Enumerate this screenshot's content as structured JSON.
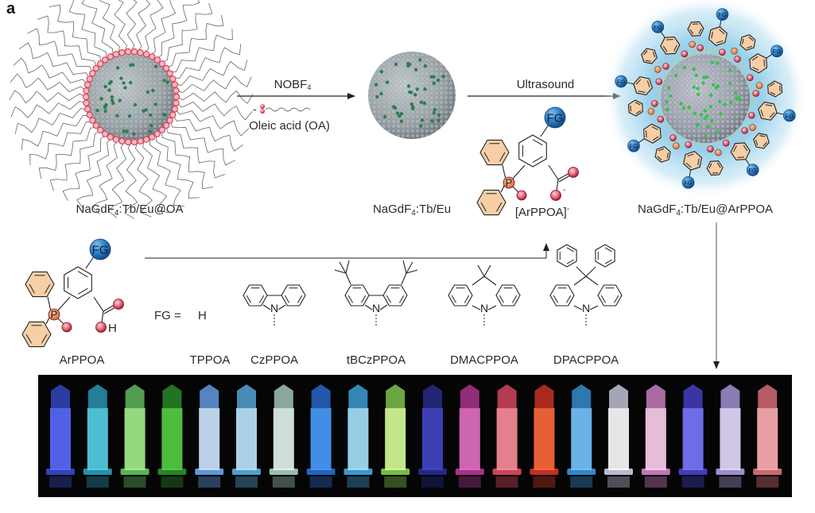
{
  "panel_label": "a",
  "stages": {
    "oa_particle": {
      "label_pre": "NaGdF",
      "label_sub": "4",
      "label_post": ":Tb/Eu@OA"
    },
    "bare_particle": {
      "label_pre": "NaGdF",
      "label_sub": "4",
      "label_post": ":Tb/Eu"
    },
    "arppoa_particle": {
      "label_pre": "NaGdF",
      "label_sub": "4",
      "label_post": ":Tb/Eu@ArPPOA"
    }
  },
  "arrows": {
    "step1": {
      "reagent_pre": "NOBF",
      "reagent_sub": "4",
      "byproduct": "Oleic acid (OA)",
      "byproduct_prefix": "-"
    },
    "step2": {
      "condition": "Ultrasound"
    }
  },
  "ligand_anion": {
    "label": "[ArPPOA]",
    "charge": "-",
    "fg": "FG",
    "atoms": {
      "p": "P",
      "o": "O",
      "o_minus": "O",
      "minus": "-"
    }
  },
  "ligand_acid": {
    "label": "ArPPOA",
    "fg": "FG",
    "atoms": {
      "p": "P",
      "o": "O",
      "oh_o": "O",
      "oh_h": "H"
    }
  },
  "fg_definition": {
    "prefix": "FG =",
    "h": "H"
  },
  "fg_variants": [
    {
      "name": "TPPOA",
      "group": "H"
    },
    {
      "name": "CzPPOA",
      "group": "carbazole"
    },
    {
      "name": "tBCzPPOA",
      "group": "3,6-di-tert-butylcarbazole"
    },
    {
      "name": "DMACPPOA",
      "group": "9,9-dimethylacridine"
    },
    {
      "name": "DPACPPOA",
      "group": "9,9-diphenylacridine"
    }
  ],
  "nitrogen_label": "N",
  "fg_badge": "FG",
  "photo": {
    "description": "Vials of luminescent nanoparticle dispersions under UV light",
    "vials": [
      {
        "color": "#3b4fd8",
        "glow": "#5a6cff"
      },
      {
        "color": "#2fa7c9",
        "glow": "#55d2e8"
      },
      {
        "color": "#6fd06a",
        "glow": "#a6f08e"
      },
      {
        "color": "#2e9a2c",
        "glow": "#58d045"
      },
      {
        "color": "#6fb0ff",
        "glow": "#cfe8ff"
      },
      {
        "color": "#5fb8f0",
        "glow": "#bfe7ff"
      },
      {
        "color": "#b7ddd0",
        "glow": "#e4f7ee"
      },
      {
        "color": "#2d73e0",
        "glow": "#4b9cff"
      },
      {
        "color": "#46b2f0",
        "glow": "#a6e4ff"
      },
      {
        "color": "#8fdc55",
        "glow": "#d8ff9a"
      },
      {
        "color": "#2c2f9a",
        "glow": "#4246c8"
      },
      {
        "color": "#c23ba0",
        "glow": "#e470c6"
      },
      {
        "color": "#f04f6a",
        "glow": "#ff8d9c"
      },
      {
        "color": "#e0382a",
        "glow": "#ff6a3c"
      },
      {
        "color": "#3e9ee8",
        "glow": "#74c7ff"
      },
      {
        "color": "#d9dcf0",
        "glow": "#ffffff"
      },
      {
        "color": "#e28ed8",
        "glow": "#ffd0f2"
      },
      {
        "color": "#4c46d8",
        "glow": "#7a78ff"
      },
      {
        "color": "#b6a6ee",
        "glow": "#e6ddff"
      },
      {
        "color": "#f07a86",
        "glow": "#ffb0b6"
      }
    ]
  },
  "colors": {
    "nanoparticle_gray": "#9aa3a8",
    "dopant_green": "#2e7d4f",
    "dopant_bright_green": "#36c24a",
    "oa_headgroup": "#d6465a",
    "phenyl_fill": "#f6cfa6",
    "phosphorus": "#e07a45",
    "oxygen": "#c8283e",
    "fg_blue": "#2a78c2",
    "halo_blue": "#8ecbe8"
  }
}
